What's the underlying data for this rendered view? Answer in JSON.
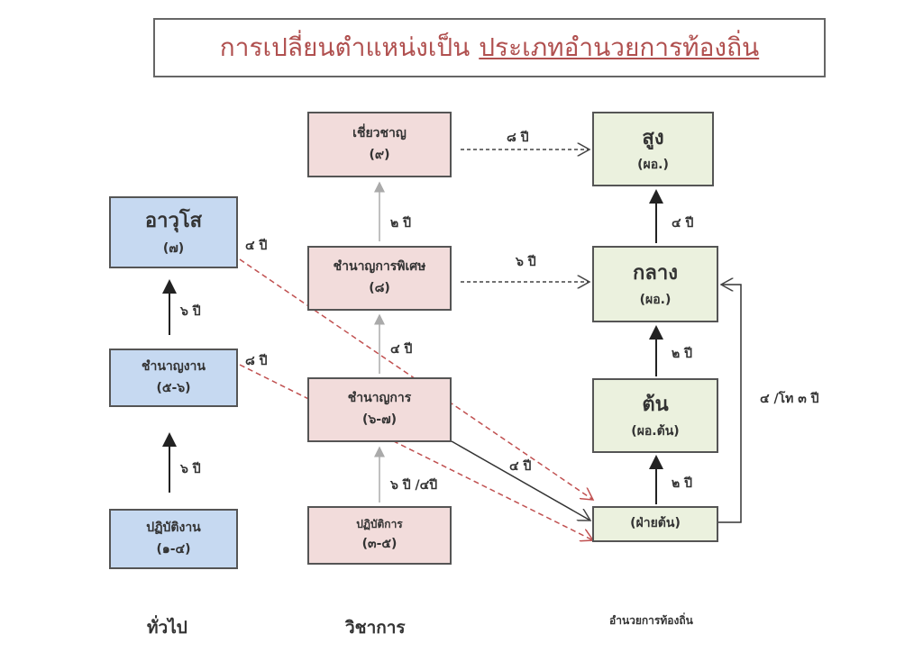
{
  "title": {
    "main": "การเปลี่ยนตำแหน่งเป็น",
    "underlined": "ประเภทอำนวยการท้องถิ่น"
  },
  "columns": {
    "general": "ทั่วไป",
    "academic": "วิชาการ",
    "admin": "อำนวยการท้องถิ่น"
  },
  "general": [
    {
      "name": "อาวุโส",
      "level": "(๗)"
    },
    {
      "name": "ชำนาญงาน",
      "level": "(๕-๖)"
    },
    {
      "name": "ปฏิบัติงาน",
      "level": "(๑-๔)"
    }
  ],
  "academic": [
    {
      "name": "เชี่ยวชาญ",
      "level": "(๙)"
    },
    {
      "name": "ชำนาญการพิเศษ",
      "level": "(๘)"
    },
    {
      "name": "ชำนาญการ",
      "level": "(๖-๗)"
    },
    {
      "name": "ปฏิบัติการ",
      "level": "(๓-๕)"
    }
  ],
  "admin": [
    {
      "name": "สูง",
      "level": "(ผอ.)"
    },
    {
      "name": "กลาง",
      "level": "(ผอ.)"
    },
    {
      "name": "ต้น",
      "level": "(ผอ.ต้น)"
    },
    {
      "name": "(ฝ่ายต้น)"
    }
  ],
  "labels": {
    "g1": "๖ ปี",
    "g2": "๖ ปี",
    "a1": "๖ ปี /๔ปี",
    "a2": "๔ ปี",
    "a3": "๒ ปี",
    "x1": "๘ ปี",
    "x2": "๖ ปี",
    "m1": "๔ ปี",
    "m2": "๒ ปี",
    "m3": "๒ ปี",
    "m4": "๔ /โท ๓ ปี",
    "r1": "๔ ปี",
    "r2": "๘ ปี",
    "d1": "๔ ปี"
  }
}
